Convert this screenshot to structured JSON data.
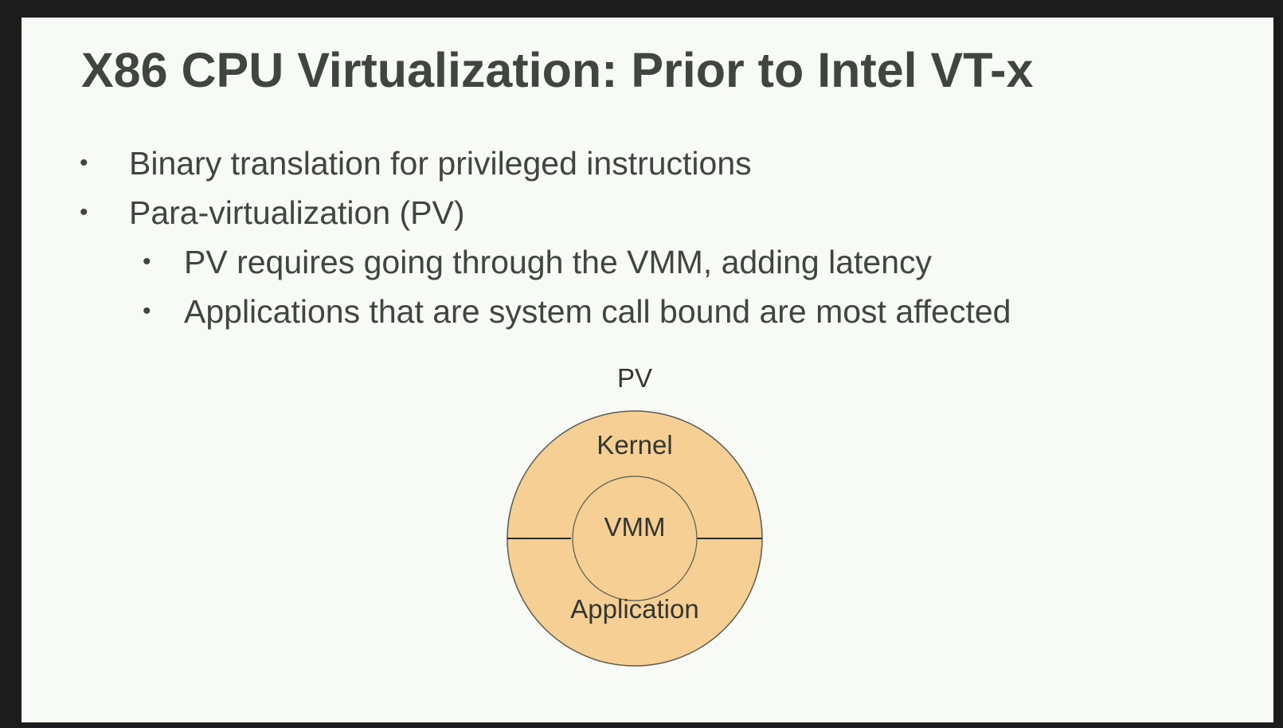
{
  "slide": {
    "title": "X86 CPU Virtualization: Prior to Intel VT-x",
    "bullets": [
      {
        "text": "Binary translation for privileged instructions",
        "level": 1
      },
      {
        "text": "Para-virtualization (PV)",
        "level": 1
      },
      {
        "text": "PV requires going through the VMM, adding latency",
        "level": 2
      },
      {
        "text": "Applications that are system call bound are most affected",
        "level": 2
      }
    ],
    "bullet_glyph": "•"
  },
  "diagram": {
    "caption": "PV",
    "outer_top_label": "Kernel",
    "inner_label": "VMM",
    "outer_bottom_label": "Application",
    "fill_color": "#f5cf94",
    "stroke_color": "#5a5a50"
  },
  "colors": {
    "frame_background": "#1c1c1c",
    "slide_background": "#f7faf5",
    "text": "#404540"
  }
}
